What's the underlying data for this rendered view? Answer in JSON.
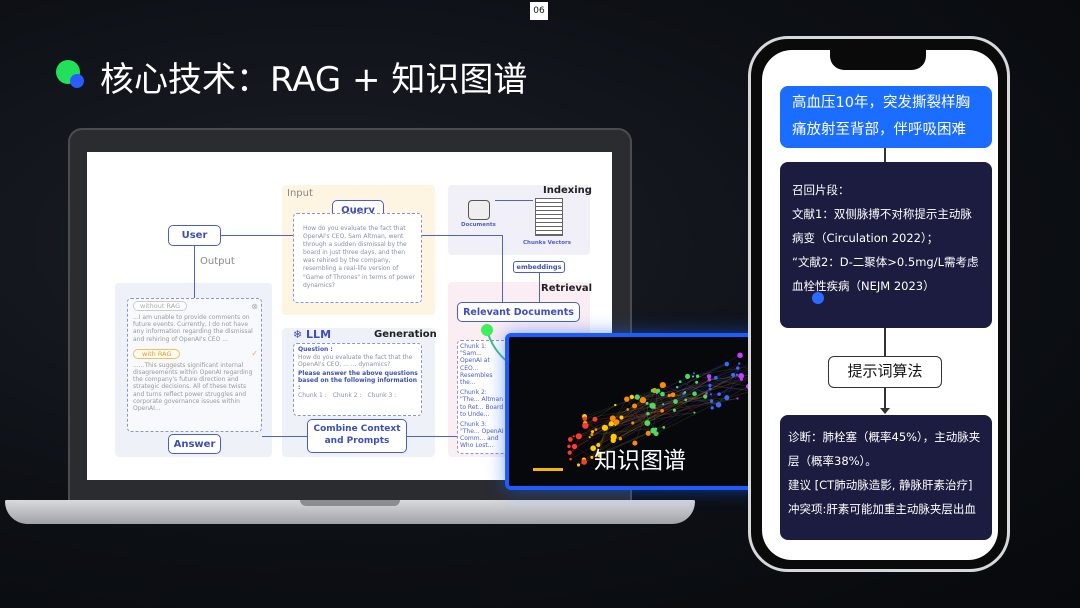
{
  "page_number": "06",
  "title": "核心技术：RAG + 知识图谱",
  "colors": {
    "accent_green": "#22e05a",
    "accent_blue": "#1d5cff",
    "card_navy": "#1b1c3f",
    "box_blue": "#1a6dff"
  },
  "rag_diagram": {
    "panels": {
      "input": "Input",
      "output": "Output",
      "indexing": "Indexing",
      "retrieval": "Retrieval",
      "generation": "Generation"
    },
    "nodes": {
      "user": "User",
      "query": "Query",
      "llm": "LLM",
      "relevant_documents": "Relevant Documents",
      "embeddings": "embeddings",
      "combine": "Combine Context and Prompts",
      "answer": "Answer",
      "documents": "Documents",
      "chunks_vectors": "Chunks Vectors"
    },
    "query_text": "How do you evaluate the fact that OpenAI's CEO, Sam Altman, went through a sudden dismissal by the board in just three days, and then was rehired by the company, resembling a real-life version of \"Game of Thrones\" in terms of power dynamics?",
    "without_rag_label": "without RAG",
    "without_rag_text": "...I am unable to provide comments on future events. Currently, I do not have any information regarding the dismissal and rehiring of OpenAI's CEO ...",
    "with_rag_label": "with RAG",
    "with_rag_text": "......This suggests significant internal disagreements within OpenAI regarding the company's future direction and strategic decisions. All of these twists and turns reflect power struggles and corporate governance issues within OpenAI...",
    "prompt_question_label": "Question :",
    "prompt_question": "How do you evaluate the fact that the OpenAI's CEO, ... ... dynamics?",
    "prompt_instruction": "Please answer the above questions based on the following information :",
    "prompt_chunks": [
      "Chunk 1 :",
      "Chunk 2 :",
      "Chunk 3 :"
    ],
    "chunks": [
      "Chunk 1: \"Sam... OpenAI at CEO... Resembles the...",
      "Chunk 2: \"The... Altman to Ret... Board to Unde...",
      "Chunk 3: \"The... OpenAI Comm... and Who Lost..."
    ]
  },
  "knowledge_graph": {
    "label": "知识图谱"
  },
  "phone": {
    "symptom": "高血压10年，突发撕裂样胸痛放射至背部，伴呼吸困难",
    "recall_title": "召回片段：",
    "recall_items": [
      "文献1：双侧脉搏不对称提示主动脉病变（Circulation 2022）；",
      "“文献2：D-二聚体>0.5mg/L需考虑血栓性疾病（NEJM 2023）"
    ],
    "algorithm": "提示词算法",
    "result_lines": [
      "诊断：肺栓塞（概率45%），主动脉夹层（概率38%）。",
      "建议 [CT肺动脉造影, 静脉肝素治疗]",
      "冲突项:肝素可能加重主动脉夹层出血"
    ]
  }
}
